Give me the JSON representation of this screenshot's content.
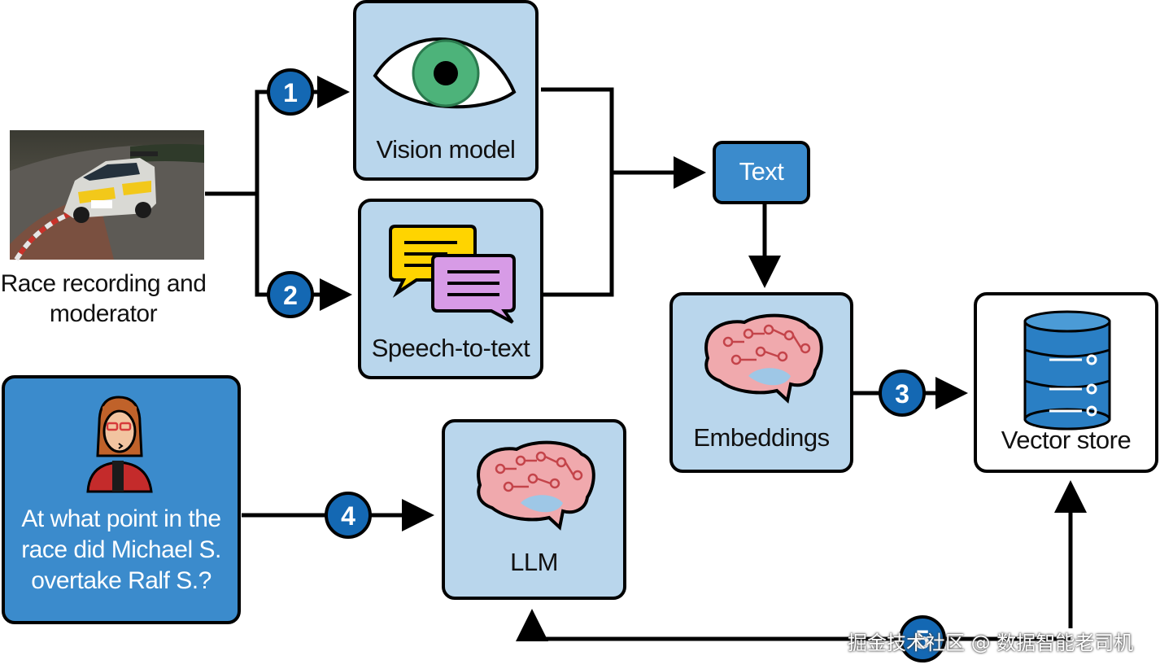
{
  "labels": {
    "race_source": "Race recording and moderator",
    "vision_model": "Vision model",
    "speech_to_text": "Speech-to-text",
    "text": "Text",
    "embeddings": "Embeddings",
    "vector_store": "Vector store",
    "llm": "LLM",
    "question": "At what point in the race did Michael S. overtake Ralf S.?"
  },
  "steps": [
    "1",
    "2",
    "3",
    "4",
    "5"
  ],
  "watermark": "掘金技术社区 @ 数据智能老司机",
  "colors": {
    "box_light_blue": "#b9d6ec",
    "box_mid_blue": "#3b8bcc",
    "step_circle": "#1468b3",
    "arrow": "#000000",
    "eye_iris": "#4db37a",
    "chat_yellow": "#ffd400",
    "chat_purple": "#d79be6",
    "brain_pink": "#f0a9ad",
    "database_blue": "#2a7fc4"
  }
}
